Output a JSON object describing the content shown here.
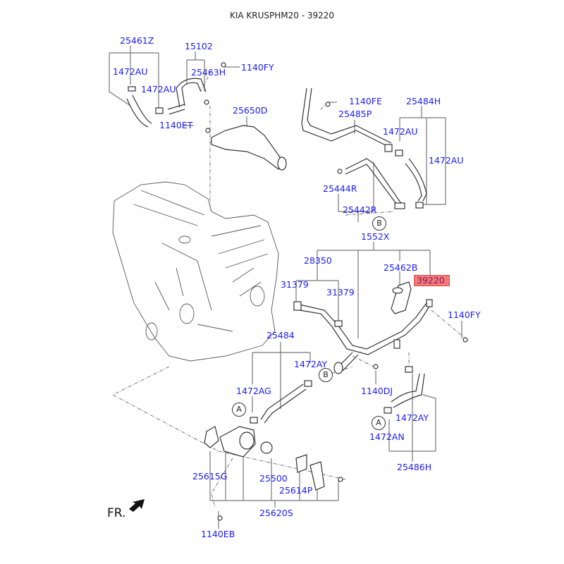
{
  "title": "KIA KRUSPHM20 - 39220",
  "highlighted_part": "39220",
  "colors": {
    "label": "#1a1aff",
    "highlight_bg": "#f47a7a",
    "highlight_text": "#7a1f5a"
  },
  "orientation_marker": "FR.",
  "reference_circles": [
    "A",
    "B"
  ],
  "labels": {
    "p25461Z": "25461Z",
    "p1472AU_a": "1472AU",
    "p1472AU_b": "1472AU",
    "p15102": "15102",
    "p25463H": "25463H",
    "p1140FY_top": "1140FY",
    "p1140ET": "1140ET",
    "p25650D": "25650D",
    "p1140FE": "1140FE",
    "p25485P": "25485P",
    "p25484H": "25484H",
    "p1472AU_c": "1472AU",
    "p1472AU_d": "1472AU",
    "p25444R": "25444R",
    "p25442R": "25442R",
    "p1552X": "1552X",
    "p28350": "28350",
    "p25462B": "25462B",
    "p39220": "39220",
    "p31379_a": "31379",
    "p31379_b": "31379",
    "p1140FY_mid": "1140FY",
    "p25484": "25484",
    "p1472AY_a": "1472AY",
    "p1472AG": "1472AG",
    "p1140DJ": "1140DJ",
    "p1472AY_b": "1472AY",
    "p1472AN": "1472AN",
    "p25486H": "25486H",
    "p25615G": "25615G",
    "p25500": "25500",
    "p25614P": "25614P",
    "p25620S": "25620S",
    "p1140EB": "1140EB"
  }
}
